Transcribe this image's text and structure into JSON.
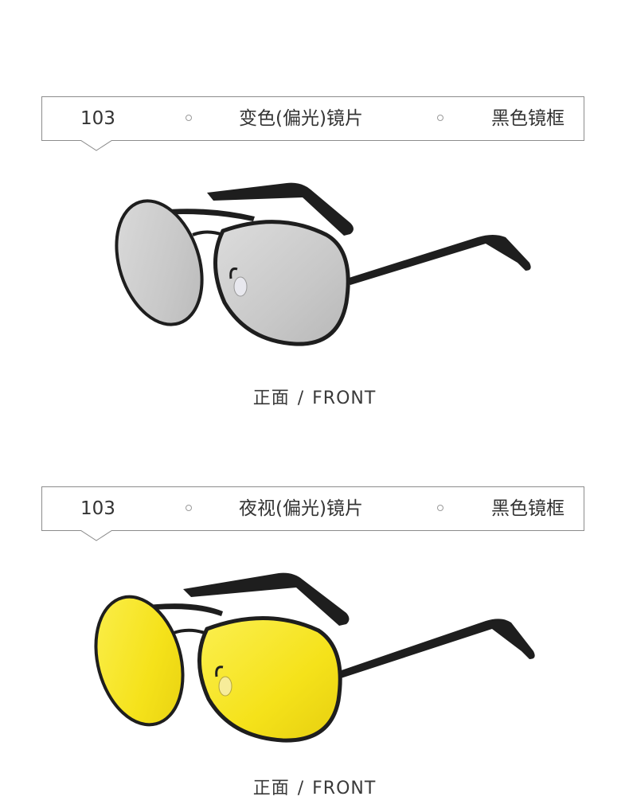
{
  "products": [
    {
      "model": "103",
      "lens_type": "变色(偏光)镜片",
      "frame_color": "黑色镜框",
      "lens_color": "#cfcfcf",
      "view_label_cn": "正面",
      "view_separator": "/",
      "view_label_en": "FRONT"
    },
    {
      "model": "103",
      "lens_type": "夜视(偏光)镜片",
      "frame_color": "黑色镜框",
      "lens_color": "#f5e21a",
      "view_label_cn": "正面",
      "view_separator": "/",
      "view_label_en": "FRONT"
    }
  ],
  "colors": {
    "frame": "#1e1e1e",
    "border": "#8c8c8c",
    "text": "#333333"
  }
}
